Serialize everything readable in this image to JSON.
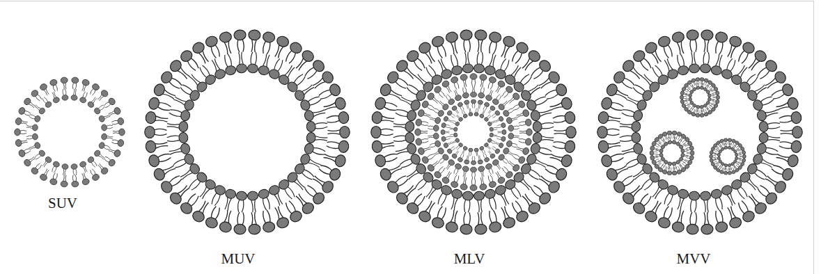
{
  "diagram": {
    "labels": [
      "SUV",
      "MUV",
      "MLV",
      "MVV"
    ]
  }
}
